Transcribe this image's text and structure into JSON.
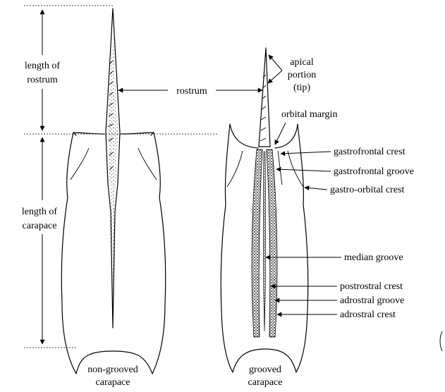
{
  "measurements": {
    "rostrum_length": [
      "length of",
      "rostrum"
    ],
    "carapace_length": [
      "length of",
      "carapace"
    ]
  },
  "center_label": "rostrum",
  "apical": [
    "apical",
    "portion",
    "(tip)"
  ],
  "orbital_margin": "orbital margin",
  "right_labels": {
    "gastrofrontal_crest": "gastrofrontal crest",
    "gastrofrontal_groove": "gastrofrontal groove",
    "gastro_orbital_crest": "gastro-orbital crest",
    "median_groove": "median groove",
    "postrostral_crest": "postrostral crest",
    "adrostral_groove": "adrostral groove",
    "adrostral_crest": "adrostral crest"
  },
  "captions": {
    "left": [
      "non-grooved",
      "carapace"
    ],
    "right": [
      "grooved",
      "carapace"
    ]
  }
}
